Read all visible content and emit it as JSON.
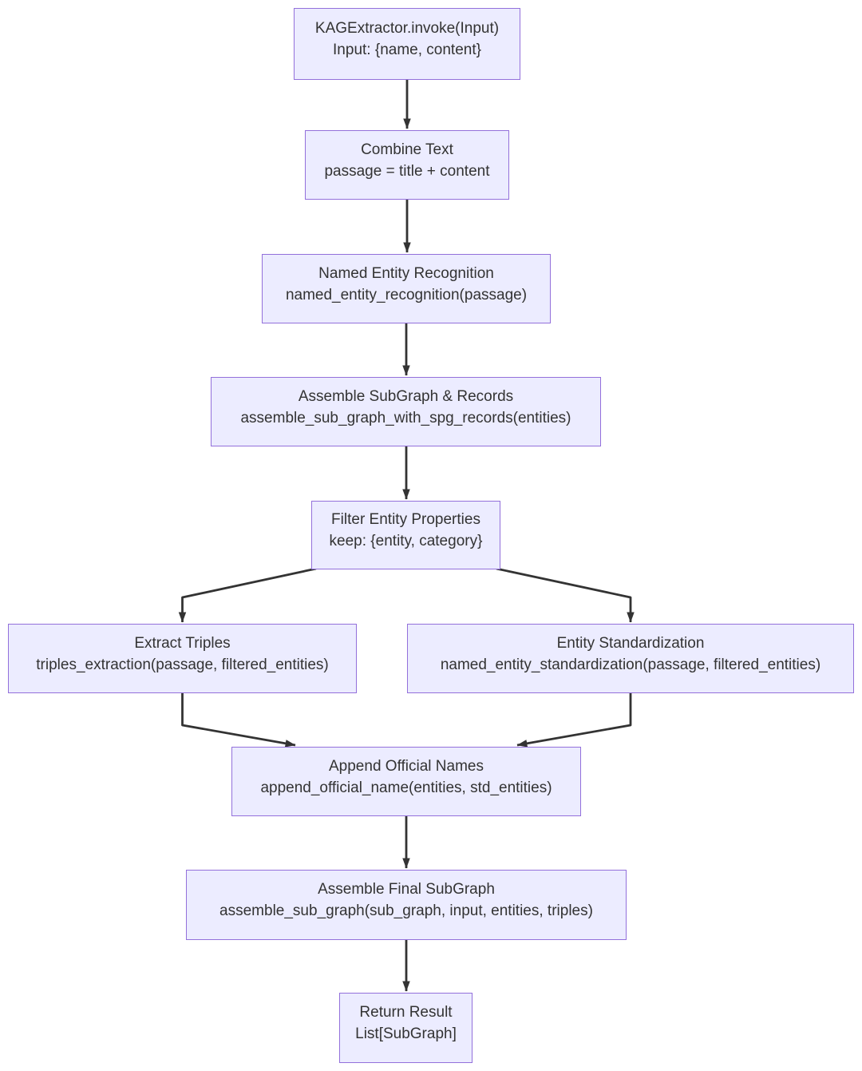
{
  "diagram": {
    "type": "flowchart",
    "direction": "top-down",
    "colors": {
      "background": "#FFFFFF",
      "node_fill": "#ECECFF",
      "node_border": "#9370DB",
      "edge": "#333333",
      "text": "#333333"
    },
    "nodes": [
      {
        "id": "invoke",
        "title": "KAGExtractor.invoke(Input)",
        "subtitle": "Input: {name, content}"
      },
      {
        "id": "combine_text",
        "title": "Combine Text",
        "subtitle": "passage = title + content"
      },
      {
        "id": "ner",
        "title": "Named Entity Recognition",
        "subtitle": "named_entity_recognition(passage)"
      },
      {
        "id": "assemble_records",
        "title": "Assemble SubGraph & Records",
        "subtitle": "assemble_sub_graph_with_spg_records(entities)"
      },
      {
        "id": "filter_properties",
        "title": "Filter Entity Properties",
        "subtitle": "keep: {entity, category}"
      },
      {
        "id": "extract_triples",
        "title": "Extract Triples",
        "subtitle": "triples_extraction(passage, filtered_entities)"
      },
      {
        "id": "entity_standardization",
        "title": "Entity Standardization",
        "subtitle": "named_entity_standardization(passage, filtered_entities)"
      },
      {
        "id": "append_names",
        "title": "Append Official Names",
        "subtitle": "append_official_name(entities, std_entities)"
      },
      {
        "id": "assemble_final",
        "title": "Assemble Final SubGraph",
        "subtitle": "assemble_sub_graph(sub_graph, input, entities, triples)"
      },
      {
        "id": "return_result",
        "title": "Return Result",
        "subtitle": "List[SubGraph]"
      }
    ],
    "edges": [
      {
        "from": "invoke",
        "to": "combine_text"
      },
      {
        "from": "combine_text",
        "to": "ner"
      },
      {
        "from": "ner",
        "to": "assemble_records"
      },
      {
        "from": "assemble_records",
        "to": "filter_properties"
      },
      {
        "from": "filter_properties",
        "to": "extract_triples"
      },
      {
        "from": "filter_properties",
        "to": "entity_standardization"
      },
      {
        "from": "extract_triples",
        "to": "append_names"
      },
      {
        "from": "entity_standardization",
        "to": "append_names"
      },
      {
        "from": "append_names",
        "to": "assemble_final"
      },
      {
        "from": "assemble_final",
        "to": "return_result"
      }
    ]
  }
}
